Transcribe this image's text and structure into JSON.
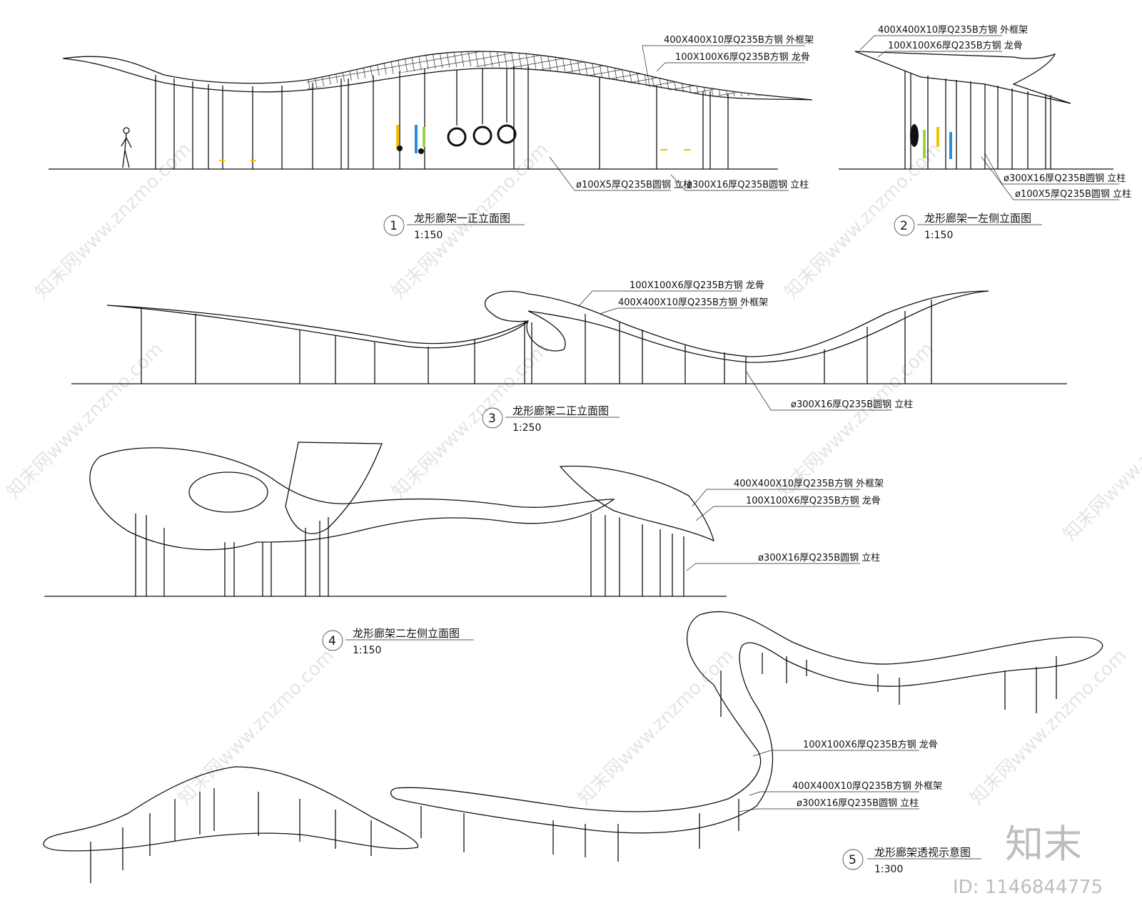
{
  "drawings": [
    {
      "num": "1",
      "title": "龙形廊架一正立面图",
      "scale": "1:150",
      "labels": [
        "400X400X10厚Q235B方钢 外框架",
        "100X100X6厚Q235B方钢 龙骨",
        "ø100X5厚Q235B圆钢 立柱",
        "ø300X16厚Q235B圆钢 立柱"
      ]
    },
    {
      "num": "2",
      "title": "龙形廊架一左侧立面图",
      "scale": "1:150",
      "labels": [
        "400X400X10厚Q235B方钢 外框架",
        "100X100X6厚Q235B方钢 龙骨",
        "ø300X16厚Q235B圆钢 立柱",
        "ø100X5厚Q235B圆钢 立柱"
      ]
    },
    {
      "num": "3",
      "title": "龙形廊架二正立面图",
      "scale": "1:250",
      "labels": [
        "100X100X6厚Q235B方钢 龙骨",
        "400X400X10厚Q235B方钢 外框架",
        "ø300X16厚Q235B圆钢 立柱"
      ]
    },
    {
      "num": "4",
      "title": "龙形廊架二左侧立面图",
      "scale": "1:150",
      "labels": [
        "400X400X10厚Q235B方钢 外框架",
        "100X100X6厚Q235B方钢 龙骨",
        "ø300X16厚Q235B圆钢 立柱"
      ]
    },
    {
      "num": "5",
      "title": "龙形廊架透视示意图",
      "scale": "1:300",
      "labels": [
        "100X100X6厚Q235B方钢 龙骨",
        "400X400X10厚Q235B方钢 外框架",
        "ø300X16厚Q235B圆钢 立柱"
      ]
    }
  ],
  "watermark": {
    "site": "知末网www.znzmo.com",
    "logo": "知末",
    "id": "ID: 1146844775"
  },
  "colors": {
    "line": "#111111",
    "watermark": "#bdbdbd",
    "accent_yellow": "#f2c200",
    "accent_blue": "#2a8fd8",
    "accent_green": "#9bd34a"
  }
}
